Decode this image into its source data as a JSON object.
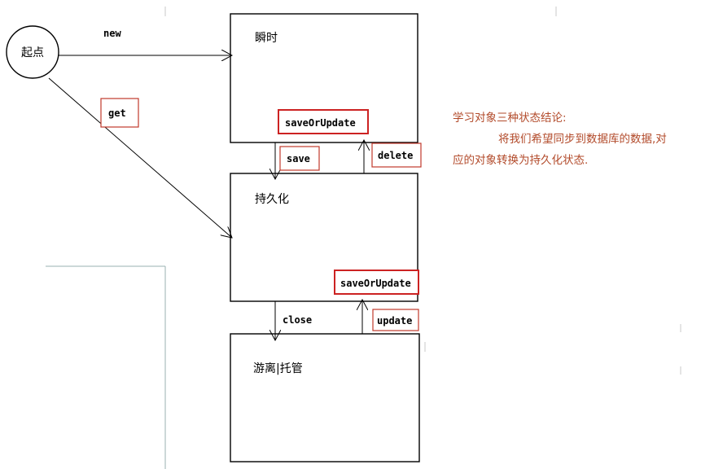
{
  "diagram": {
    "start_node": "起点",
    "states": {
      "transient": "瞬时",
      "persistent": "持久化",
      "detached": "游离|托管"
    },
    "edges": {
      "new": "new",
      "get": "get",
      "save": "save",
      "delete": "delete",
      "close": "close",
      "update": "update",
      "save_or_update_transient": "saveOrUpdate",
      "save_or_update_persistent": "saveOrUpdate"
    }
  },
  "note": {
    "title": "学习对象三种状态结论:",
    "line1": "将我们希望同步到数据库的数据,对",
    "line2": "应的对象转换为持久化状态."
  },
  "colors": {
    "note_text": "#b24a2a",
    "highlight_border": "#cc2222"
  }
}
